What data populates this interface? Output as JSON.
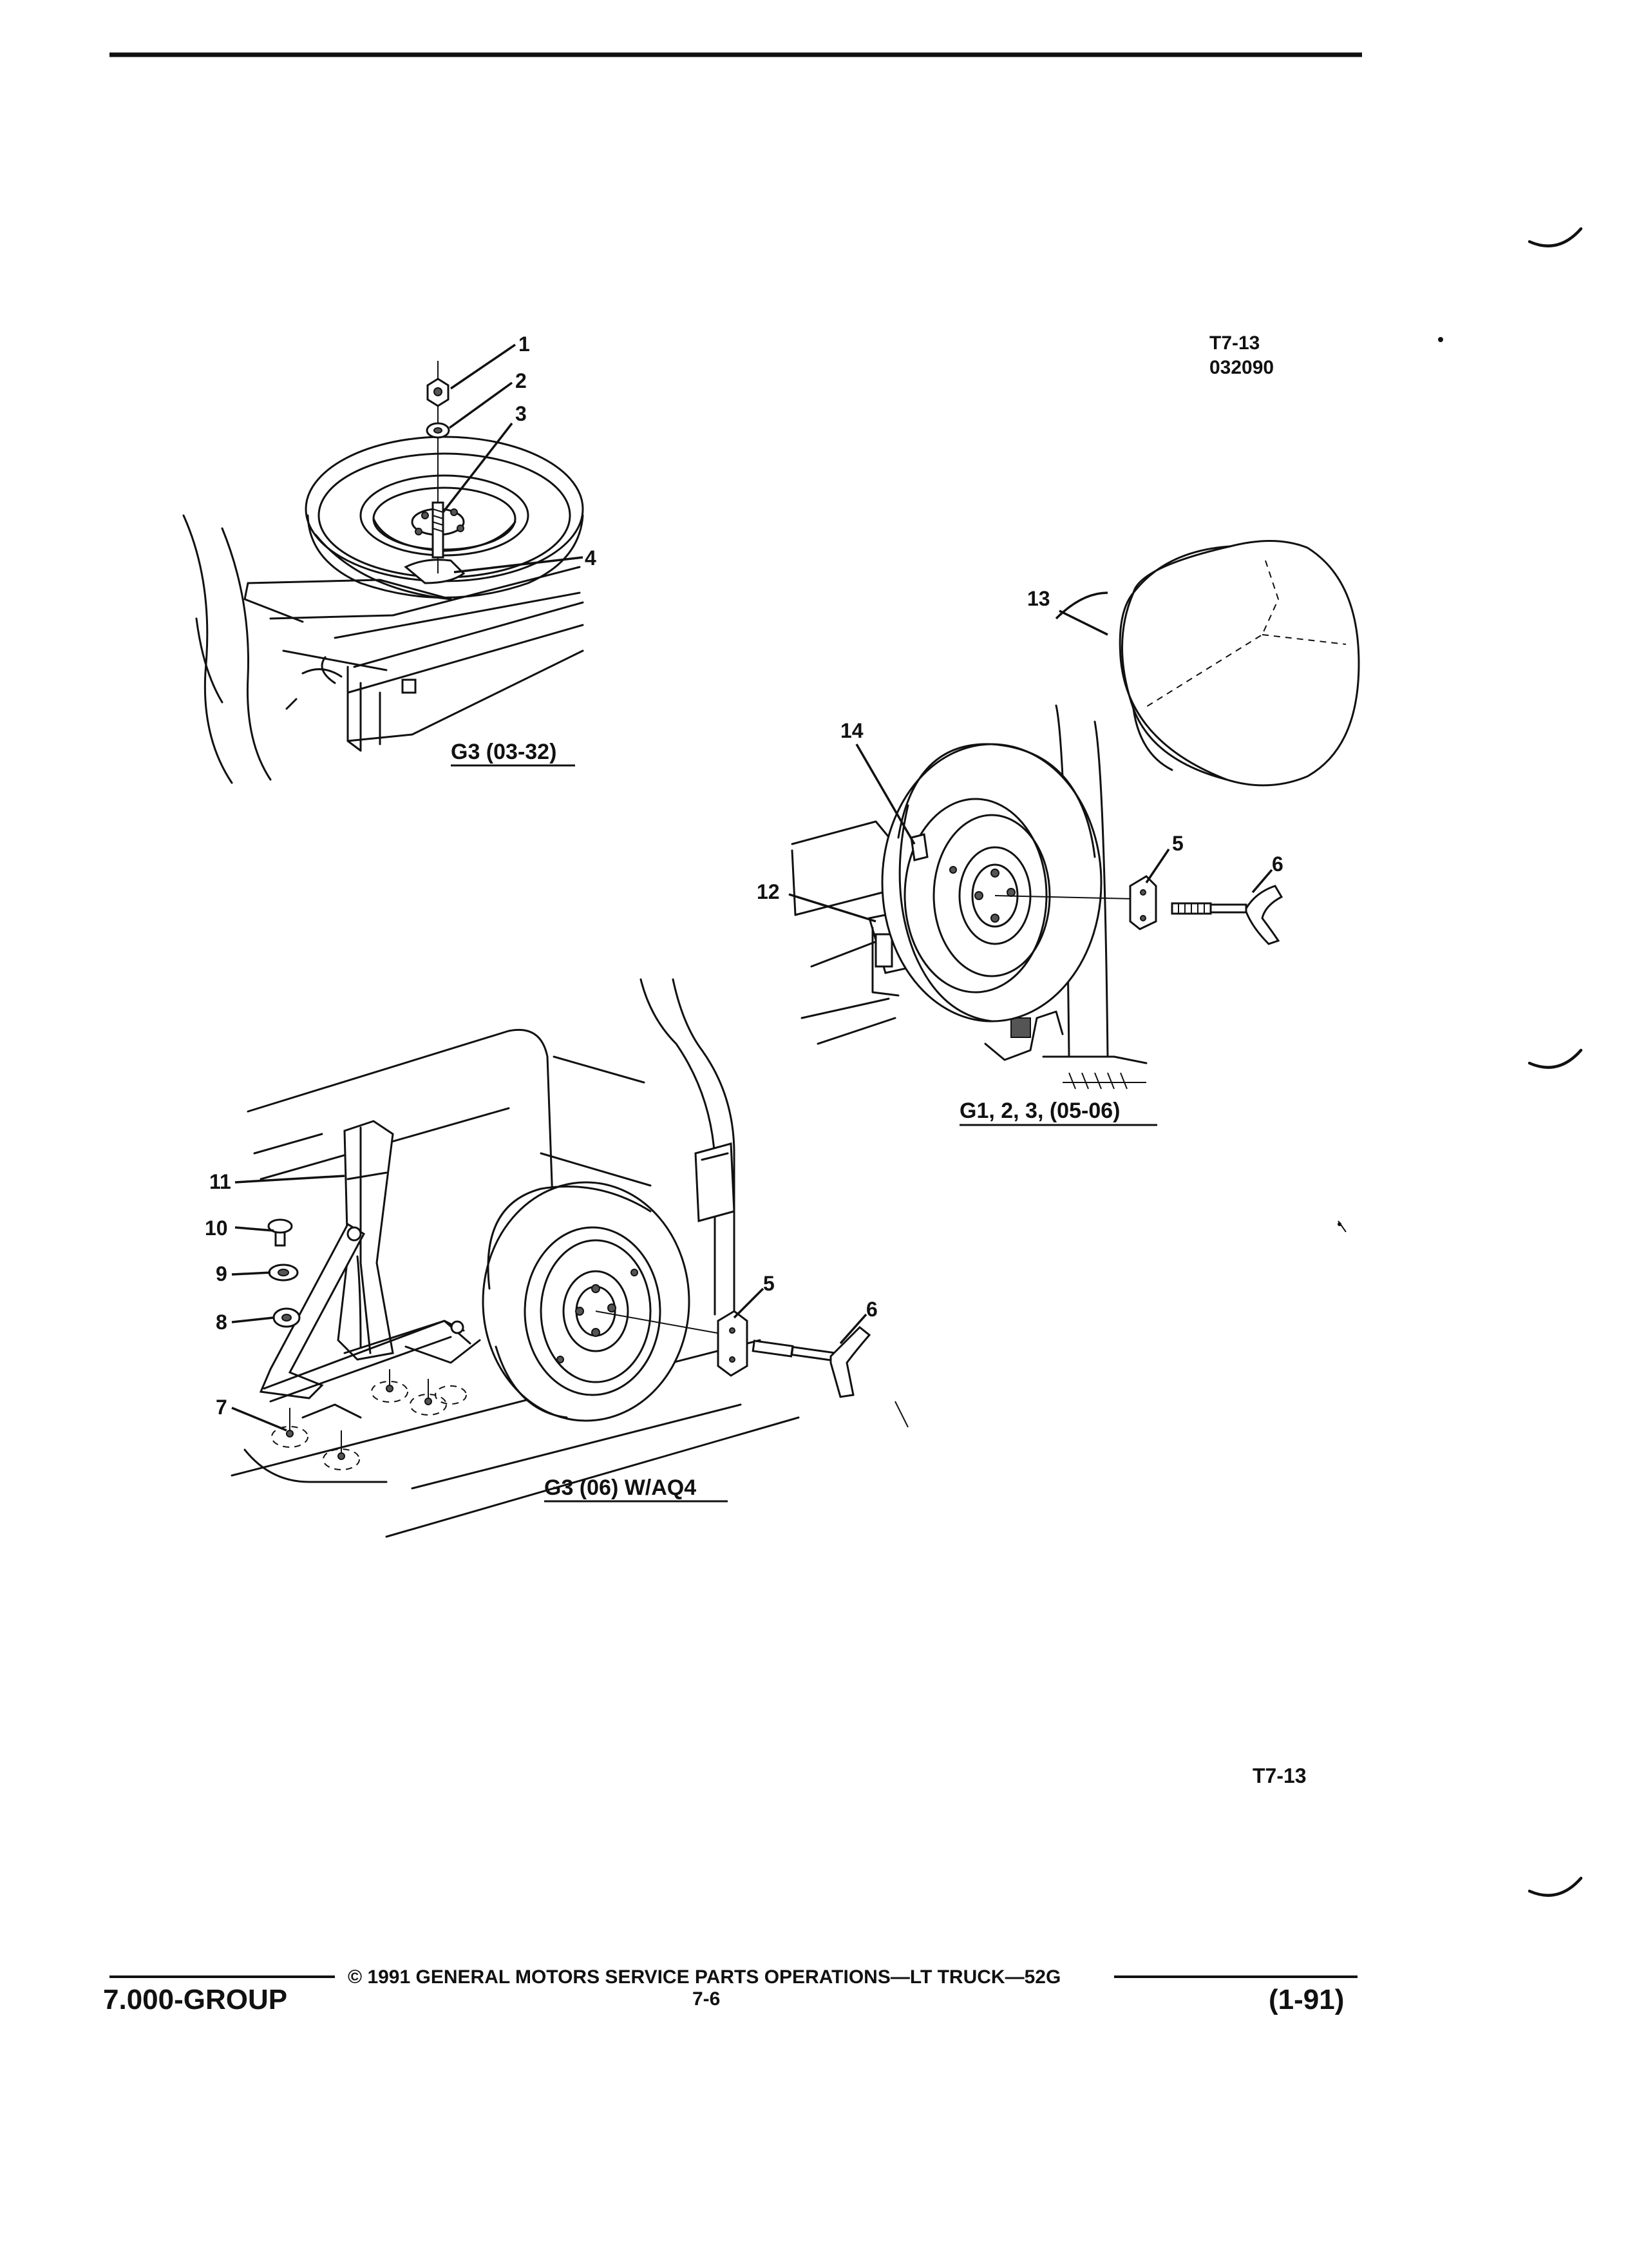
{
  "header": {
    "ref_code": "T7-13",
    "ref_date": "032090"
  },
  "views": [
    {
      "caption": "G3 (03-32)"
    },
    {
      "caption": "G1, 2, 3, (05-06)"
    },
    {
      "caption": "G3 (06) W/AQ4"
    }
  ],
  "callouts": {
    "c1": "1",
    "c2": "2",
    "c3": "3",
    "c4": "4",
    "c5": "5",
    "c6": "6",
    "c7": "7",
    "c8": "8",
    "c9": "9",
    "c10": "10",
    "c11": "11",
    "c12": "12",
    "c13": "13",
    "c14": "14"
  },
  "page_ref": "T7-13",
  "footer": {
    "group": "7.000-GROUP",
    "copyright": "© 1991  GENERAL MOTORS SERVICE PARTS OPERATIONS—LT TRUCK—52G",
    "page_number": "7-6",
    "revision": "(1-91)"
  }
}
